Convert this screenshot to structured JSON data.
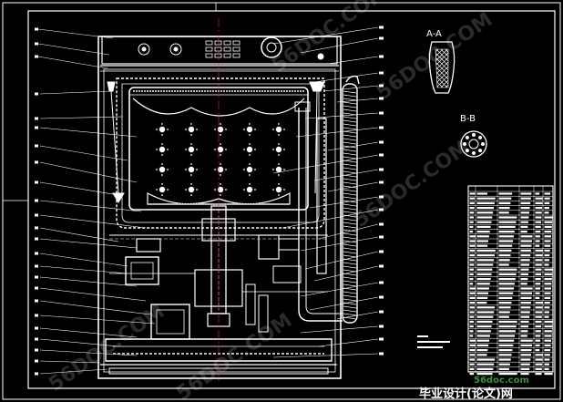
{
  "section_a_label": "A-A",
  "section_b_label": "B-B",
  "site_logo": "56doc.com",
  "site_title": "毕业设计(论文)网",
  "watermark": "56DOC.COM",
  "colors": {
    "background": "#000000",
    "lines": "#ffffff",
    "accent_red": "#e03030",
    "accent_green": "#3a8f3a",
    "hatch": "#bbbbbb"
  }
}
